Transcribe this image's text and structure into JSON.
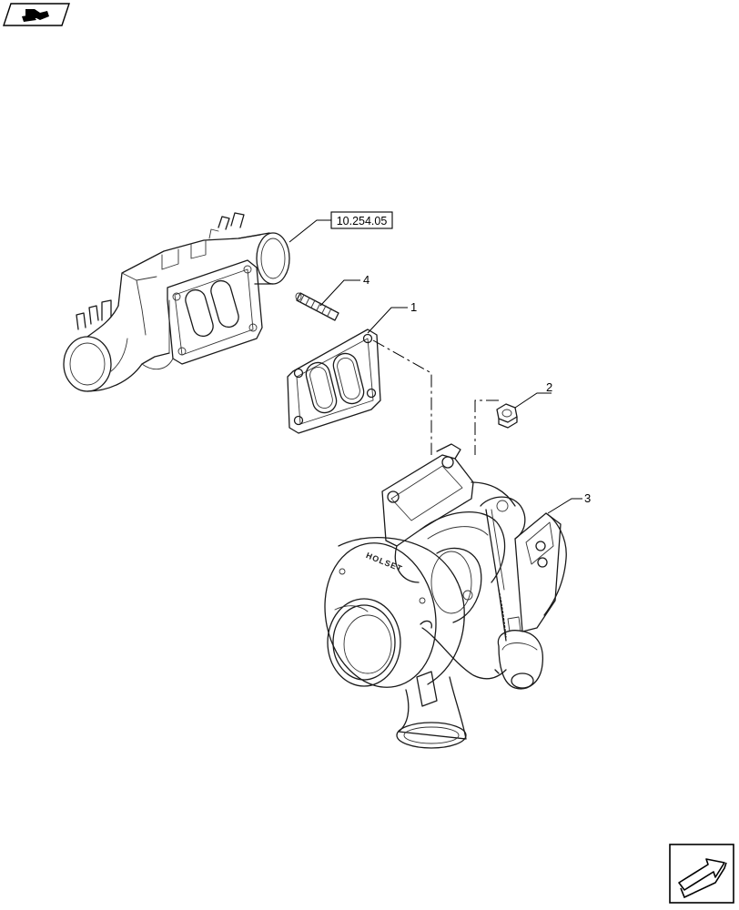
{
  "reference": {
    "label": "10.254.05"
  },
  "callouts": [
    {
      "id": "1",
      "label": "1"
    },
    {
      "id": "2",
      "label": "2"
    },
    {
      "id": "3",
      "label": "3"
    },
    {
      "id": "4",
      "label": "4"
    }
  ],
  "turbo_brand": "HOLSET",
  "icons": {
    "top_left": "book-page-icon",
    "bottom_right": "next-page-arrow-icon"
  }
}
